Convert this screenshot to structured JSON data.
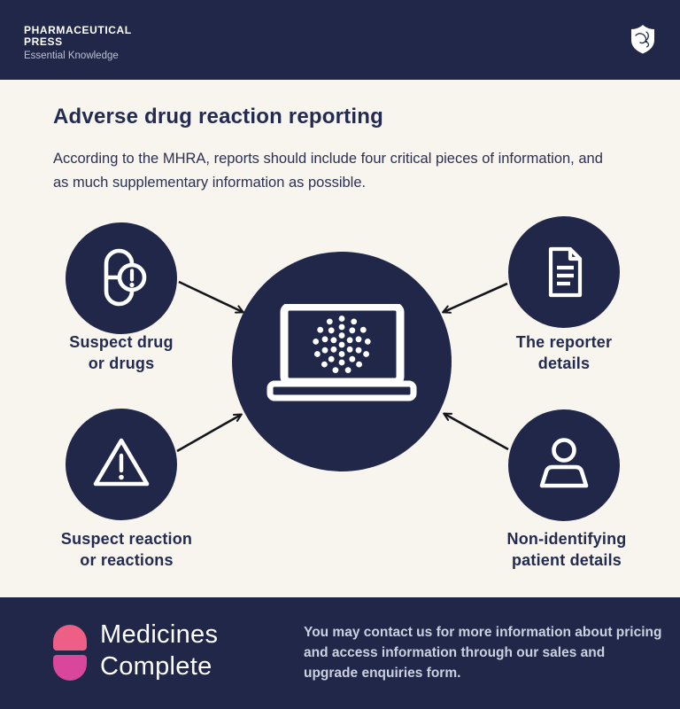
{
  "header": {
    "logo_line1": "PHARMACEUTICAL",
    "logo_line2": "PRESS",
    "tagline": "Essential Knowledge"
  },
  "main": {
    "title": "Adverse drug reaction reporting",
    "subtitle": "According to the MHRA, reports should include four critical pieces of information, and as much supplementary information as possible."
  },
  "diagram": {
    "center_icon": "laptop-with-dots",
    "nodes": [
      {
        "id": "suspect-drug",
        "icon": "pill-alert-icon",
        "label_line1": "Suspect drug",
        "label_line2": "or drugs"
      },
      {
        "id": "reporter-details",
        "icon": "document-icon",
        "label_line1": "The reporter",
        "label_line2": "details"
      },
      {
        "id": "suspect-reaction",
        "icon": "warning-triangle-icon",
        "label_line1": "Suspect reaction",
        "label_line2": "or reactions"
      },
      {
        "id": "patient-details",
        "icon": "person-icon",
        "label_line1": "Non-identifying",
        "label_line2": "patient details"
      }
    ]
  },
  "footer": {
    "brand_line1": "Medicines",
    "brand_line2": "Complete",
    "contact_text": "You may contact us for more information about pricing and access information through our sales and upgrade enquiries form."
  },
  "colors": {
    "navy": "#202749",
    "cream": "#f8f4ee",
    "text_navy": "#232b50",
    "pill_top": "#ee5f85",
    "pill_bottom": "#d8479c",
    "footer_text": "#ccd1e0",
    "arrow": "#15161c"
  }
}
